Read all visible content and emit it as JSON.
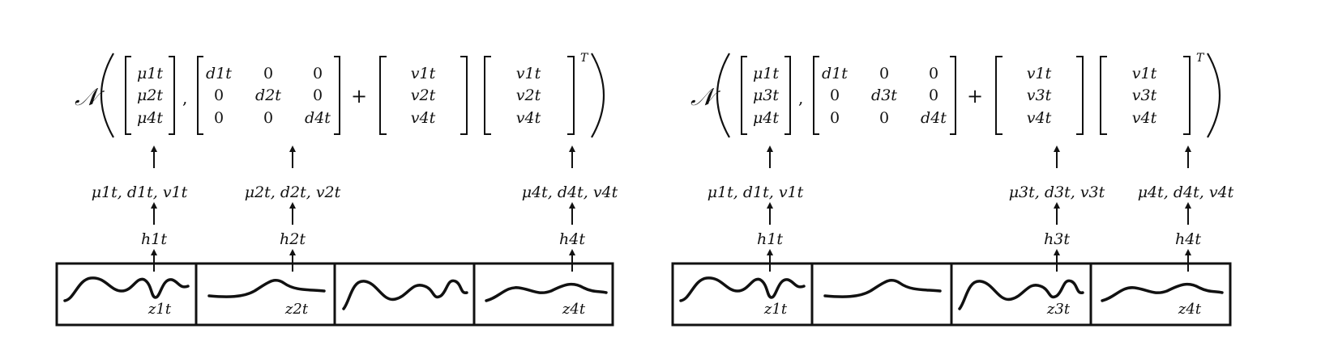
{
  "diagram": {
    "normal_symbol": "𝒩",
    "transpose_symbol": "T",
    "plus_symbol": "+",
    "comma_symbol": ",",
    "panels": [
      {
        "mu_vector": [
          "μ1t",
          "μ2t",
          "μ4t"
        ],
        "diag_matrix": [
          [
            "d1t",
            "0",
            "0"
          ],
          [
            "0",
            "d2t",
            "0"
          ],
          [
            "0",
            "0",
            "d4t"
          ]
        ],
        "v_vector": [
          "v1t",
          "v2t",
          "v4t"
        ],
        "params": [
          {
            "col": 0,
            "text": "μ1t, d1t, v1t",
            "hidden": "h1t"
          },
          {
            "col": 1,
            "text": "μ2t, d2t, v2t",
            "hidden": "h2t"
          },
          {
            "col": 3,
            "text": "μ4t, d4t, v4t",
            "hidden": "h4t"
          }
        ],
        "z_labels": [
          "z1t",
          "z2t",
          "",
          "z4t"
        ]
      },
      {
        "mu_vector": [
          "μ1t",
          "μ3t",
          "μ4t"
        ],
        "diag_matrix": [
          [
            "d1t",
            "0",
            "0"
          ],
          [
            "0",
            "d3t",
            "0"
          ],
          [
            "0",
            "0",
            "d4t"
          ]
        ],
        "v_vector": [
          "v1t",
          "v3t",
          "v4t"
        ],
        "params": [
          {
            "col": 0,
            "text": "μ1t, d1t, v1t",
            "hidden": "h1t"
          },
          {
            "col": 2,
            "text": "μ3t, d3t, v3t",
            "hidden": "h3t"
          },
          {
            "col": 3,
            "text": "μ4t, d4t, v4t",
            "hidden": "h4t"
          }
        ],
        "z_labels": [
          "z1t",
          "",
          "z3t",
          "z4t"
        ]
      }
    ]
  }
}
